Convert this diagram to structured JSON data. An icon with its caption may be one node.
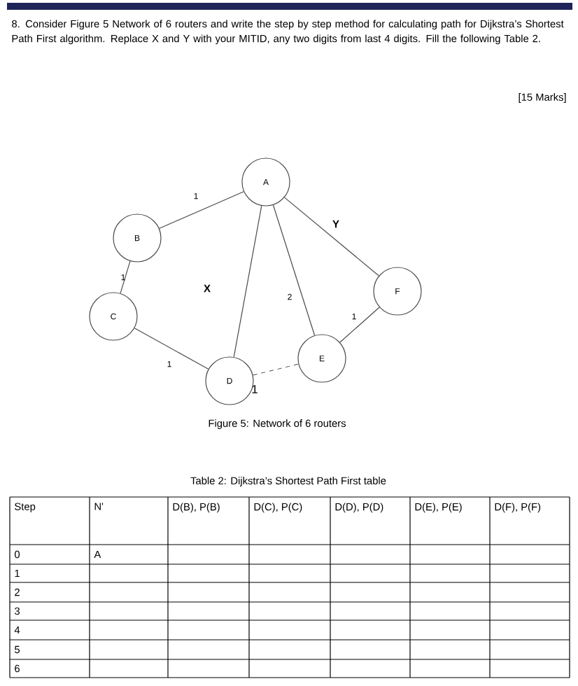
{
  "diagram": {
    "caption": "Figure 5: Network of 6 routers",
    "nodes": [
      {
        "text": [
          "A"
        ]
      },
      {
        "text": [
          "B"
        ]
      },
      {
        "text": [
          "C"
        ]
      },
      {
        "text": [
          "D"
        ]
      },
      {
        "text": [
          "E"
        ]
      },
      {
        "text": [
          "F"
        ]
      }
    ],
    "edges": [
      {
        "from": 0,
        "to": 1,
        "arrow": "none",
        "label": "1"
      },
      {
        "from": 1,
        "to": 2,
        "arrow": "none",
        "label": "1"
      },
      {
        "from": 2,
        "to": 3,
        "arrow": "none",
        "label": "1"
      },
      {
        "from": 0,
        "to": 3,
        "arrow": "none",
        "label": "X"
      },
      {
        "from": 0,
        "to": 4,
        "arrow": "none",
        "label": "2"
      },
      {
        "from": 0,
        "to": 5,
        "arrow": "none",
        "label": "Y"
      },
      {
        "from": 4,
        "to": 5,
        "arrow": "none",
        "label": "1"
      },
      {
        "from": 3,
        "to": 4,
        "arrow": "none",
        "label": "1",
        "style": "dashed"
      }
    ],
    "labels": [
      "8. Consider Figure 5 Network of 6 routers and write the step by step method for calculating path for Dijkstra’s Shortest Path First algorithm. Replace X and Y with your MITID, any two digits from last 4 digits. Fill the following Table 2.",
      "[15 Marks]",
      "Table 2: Dijkstra’s Shortest Path First table",
      "Step",
      "N'",
      "D(B), P(B)",
      "D(C), P(C)",
      "D(D), P(D)",
      "D(E), P(E)",
      "D(F), P(F)",
      "0",
      "A",
      "1",
      "2",
      "3",
      "4",
      "5",
      "6"
    ]
  }
}
